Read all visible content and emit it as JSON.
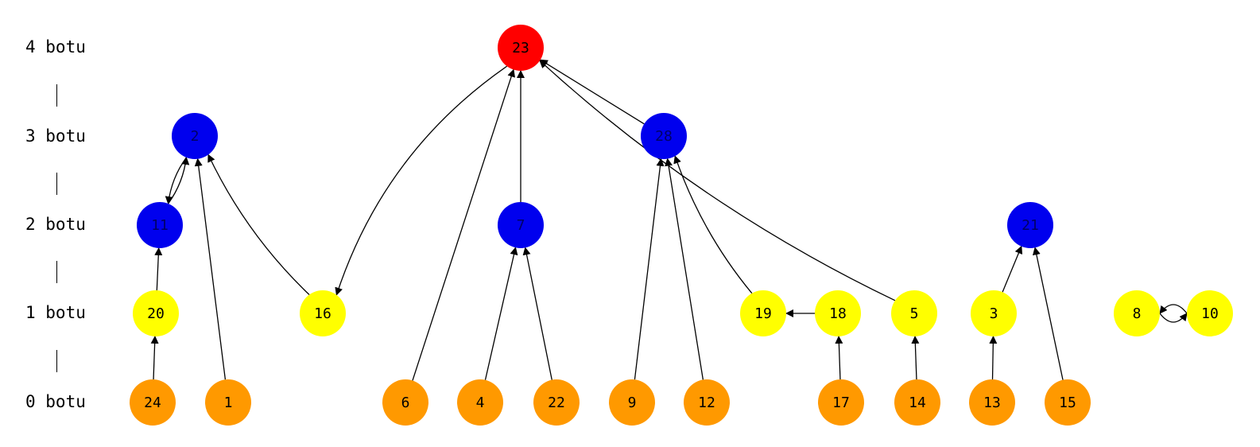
{
  "levels": [
    {
      "label": "4 botu"
    },
    {
      "label": "3 botu"
    },
    {
      "label": "2 botu"
    },
    {
      "label": "1 botu"
    },
    {
      "label": "0 botu"
    }
  ],
  "colors": {
    "level4": "#ff0000",
    "level3": "#0000ee",
    "level2": "#0000ee",
    "level1": "#ffff00",
    "level0": "#ff9900",
    "edge": "#000000",
    "label_on_blue": "#000066",
    "label_default": "#000000"
  },
  "nodes": [
    {
      "id": "23",
      "level": 4
    },
    {
      "id": "2",
      "level": 3
    },
    {
      "id": "28",
      "level": 3
    },
    {
      "id": "11",
      "level": 2
    },
    {
      "id": "7",
      "level": 2
    },
    {
      "id": "21",
      "level": 2
    },
    {
      "id": "20",
      "level": 1
    },
    {
      "id": "16",
      "level": 1
    },
    {
      "id": "19",
      "level": 1
    },
    {
      "id": "18",
      "level": 1
    },
    {
      "id": "5",
      "level": 1
    },
    {
      "id": "3",
      "level": 1
    },
    {
      "id": "8",
      "level": 1
    },
    {
      "id": "10",
      "level": 1
    },
    {
      "id": "24",
      "level": 0
    },
    {
      "id": "1",
      "level": 0
    },
    {
      "id": "6",
      "level": 0
    },
    {
      "id": "4",
      "level": 0
    },
    {
      "id": "22",
      "level": 0
    },
    {
      "id": "9",
      "level": 0
    },
    {
      "id": "12",
      "level": 0
    },
    {
      "id": "17",
      "level": 0
    },
    {
      "id": "14",
      "level": 0
    },
    {
      "id": "13",
      "level": 0
    },
    {
      "id": "15",
      "level": 0
    }
  ],
  "edges": [
    {
      "from": "23",
      "to": "16"
    },
    {
      "from": "6",
      "to": "23"
    },
    {
      "from": "7",
      "to": "23"
    },
    {
      "from": "28",
      "to": "23"
    },
    {
      "from": "5",
      "to": "23"
    },
    {
      "from": "2",
      "to": "11"
    },
    {
      "from": "11",
      "to": "2"
    },
    {
      "from": "1",
      "to": "2"
    },
    {
      "from": "16",
      "to": "2"
    },
    {
      "from": "20",
      "to": "11"
    },
    {
      "from": "24",
      "to": "20"
    },
    {
      "from": "4",
      "to": "7"
    },
    {
      "from": "22",
      "to": "7"
    },
    {
      "from": "9",
      "to": "28"
    },
    {
      "from": "12",
      "to": "28"
    },
    {
      "from": "19",
      "to": "28"
    },
    {
      "from": "18",
      "to": "19"
    },
    {
      "from": "17",
      "to": "18"
    },
    {
      "from": "14",
      "to": "5"
    },
    {
      "from": "3",
      "to": "21"
    },
    {
      "from": "15",
      "to": "21"
    },
    {
      "from": "13",
      "to": "3"
    },
    {
      "from": "8",
      "to": "10"
    },
    {
      "from": "10",
      "to": "8"
    }
  ]
}
